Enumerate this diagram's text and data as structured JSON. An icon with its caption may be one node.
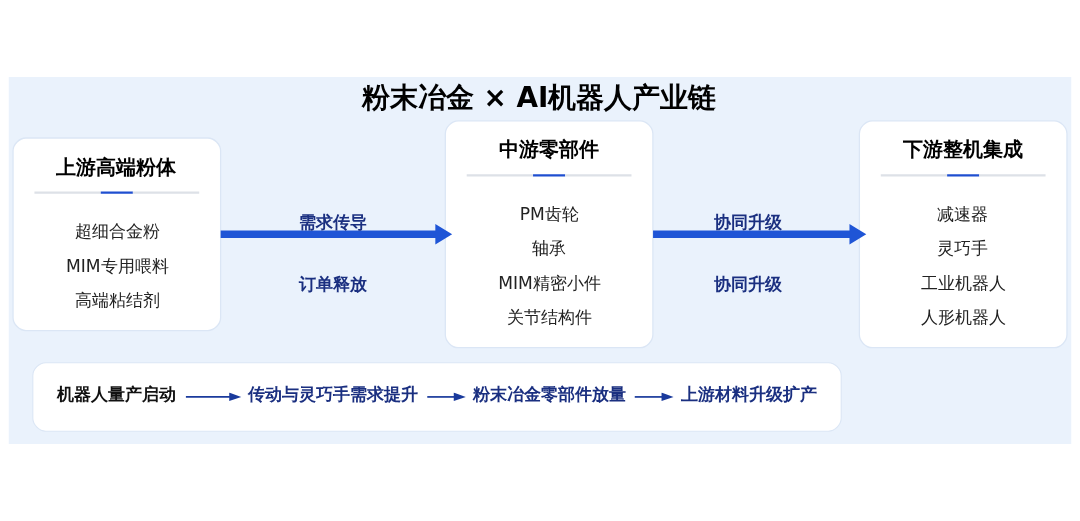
{
  "diagram": {
    "title": "粉末冶金 × AI机器人产业链",
    "nodes": [
      {
        "text": [
          "上游高端粉体",
          "超细合金粉",
          "MIM专用喂料",
          "高端粘结剂"
        ]
      },
      {
        "text": [
          "中游零部件",
          "PM齿轮",
          "轴承",
          "MIM精密小件",
          "关节结构件"
        ]
      },
      {
        "text": [
          "下游整机集成",
          "减速器",
          "灵巧手",
          "工业机器人",
          "人形机器人"
        ]
      },
      {
        "text": [],
        "shape": "box"
      },
      {
        "text": [
          "机器人量产启动"
        ],
        "in": 3
      },
      {
        "text": [
          "传动与灵巧手需求提升"
        ],
        "in": 3
      },
      {
        "text": [
          "粉末冶金零部件放量"
        ],
        "in": 3
      },
      {
        "text": [
          "上游材料升级扩产"
        ],
        "in": 3
      }
    ],
    "edges": [
      {
        "from": 0,
        "to": 1,
        "arrow": "to",
        "label": "需求传导",
        "style": "thick",
        "color": "#1f55d6"
      },
      {
        "from": 1,
        "to": 2,
        "arrow": "to",
        "label": "协同升级",
        "style": "thick",
        "color": "#1f55d6"
      },
      {
        "from": 4,
        "to": 5,
        "arrow": "to"
      },
      {
        "from": 5,
        "to": 6,
        "arrow": "to"
      },
      {
        "from": 6,
        "to": 7,
        "arrow": "to"
      }
    ],
    "labels": [
      "订单释放",
      "协同升级"
    ]
  }
}
